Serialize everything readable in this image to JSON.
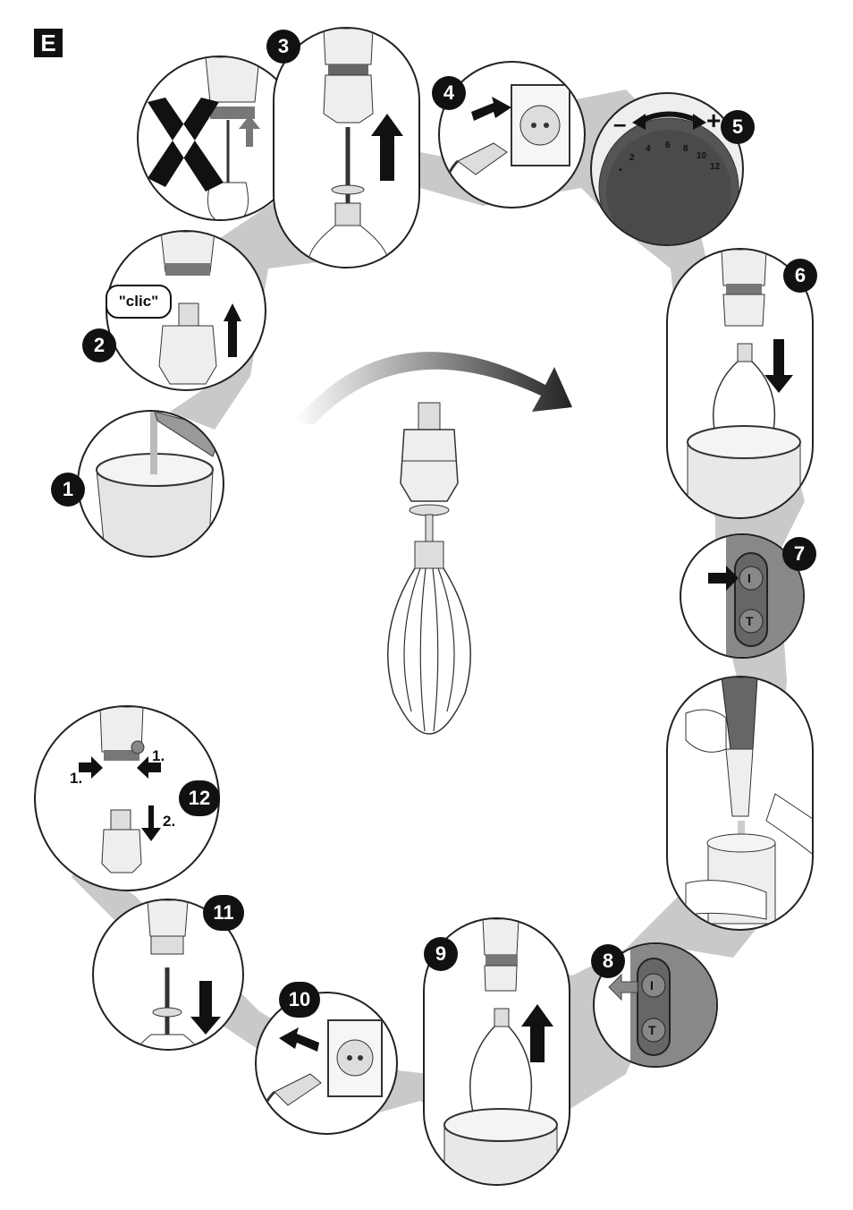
{
  "section_label": "E",
  "steps": [
    {
      "number": "1"
    },
    {
      "number": "2",
      "sound_text": "\"clic\""
    },
    {
      "number": "3"
    },
    {
      "number": "4"
    },
    {
      "number": "5",
      "minus_symbol": "–",
      "plus_symbol": "+",
      "dial_scale": [
        "•",
        "2",
        "4",
        "6",
        "8",
        "10",
        "12"
      ]
    },
    {
      "number": "6"
    },
    {
      "number": "7",
      "button_top": "I",
      "button_bottom": "T"
    },
    {
      "number": "8",
      "button_top": "I",
      "button_bottom": "T"
    },
    {
      "number": "9"
    },
    {
      "number": "10"
    },
    {
      "number": "11"
    },
    {
      "number": "12",
      "substep_1a": "1.",
      "substep_1b": "1.",
      "substep_2": "2."
    }
  ],
  "icons": {
    "wrong": "x-cross-icon",
    "arrow_up": "arrow-up-icon",
    "arrow_down": "arrow-down-icon",
    "arrow_right": "arrow-right-icon",
    "arrow_left": "arrow-left-icon",
    "whisk": "whisk-icon",
    "plug": "plug-icon",
    "socket": "socket-icon",
    "bowl": "bowl-icon"
  }
}
